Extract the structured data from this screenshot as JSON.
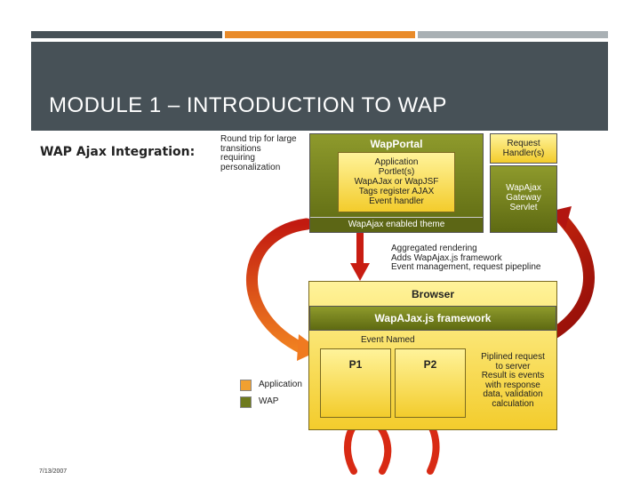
{
  "slide": {
    "title": "MODULE 1 – INTRODUCTION TO WAP",
    "subtitle": "WAP Ajax Integration:",
    "date": "7/13/2007",
    "accent_colors": [
      "#475157",
      "#e98b2a",
      "#a9b0b4"
    ]
  },
  "diagram": {
    "note_top_left": [
      "Round trip for large",
      "transitions",
      "requiring",
      "personalization"
    ],
    "portal": {
      "title": "WapPortal",
      "app_box": [
        "Application",
        "Portlet(s)",
        "WapAJax or WapJSF",
        "Tags register AJAX",
        "Event handler"
      ],
      "theme": "WapAjax enabled theme"
    },
    "request_handler": "Request Handler(s)",
    "gateway": "WapAjax Gateway Servlet",
    "aggregated_note": [
      "Aggregated rendering",
      "Adds WapAjax.js framework",
      "Event management, request pipepline"
    ],
    "browser": {
      "title": "Browser",
      "framework": "WapAJax.js framework",
      "event_named": "Event Named",
      "p1": "P1",
      "p2": "P2",
      "pipelined": [
        "Piplined request",
        "to server",
        "Result is events",
        "with response",
        "data, validation",
        "calculation"
      ]
    },
    "legend": [
      {
        "label": "Application",
        "color": "#f0a030"
      },
      {
        "label": "WAP",
        "color": "#6e7a1e"
      }
    ]
  }
}
